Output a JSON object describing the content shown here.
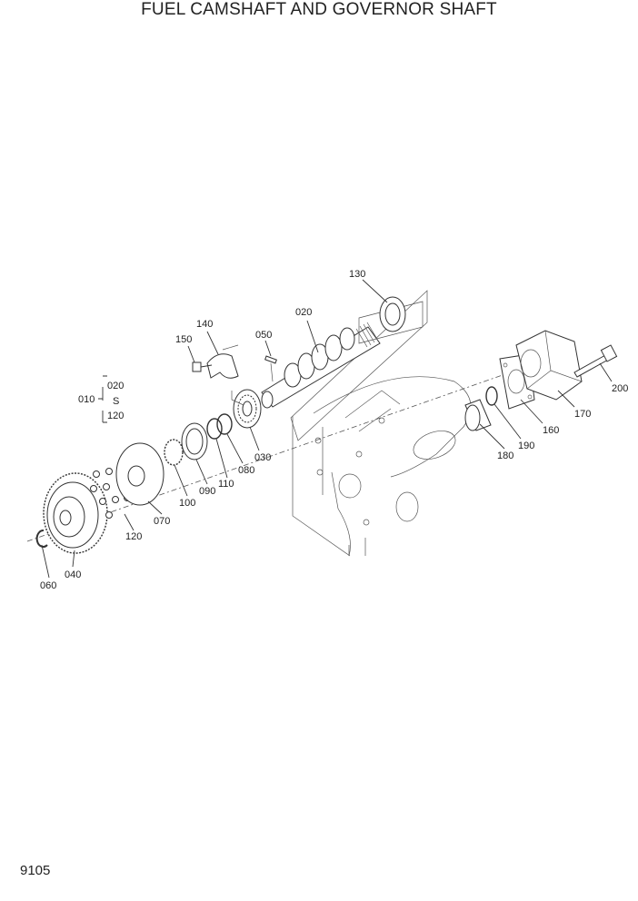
{
  "title": "FUEL CAMSHAFT AND GOVERNOR SHAFT",
  "page_number": "9105",
  "callouts": {
    "c010": "010",
    "c020": "020",
    "c020b": "020",
    "c030": "030",
    "c040": "040",
    "c050": "050",
    "c060": "060",
    "c070": "070",
    "c080": "080",
    "c090": "090",
    "c100": "100",
    "c110": "110",
    "c120": "120",
    "c120b": "120",
    "c130": "130",
    "c140": "140",
    "c150": "150",
    "c160": "160",
    "c170": "170",
    "c180": "180",
    "c190": "190",
    "c200": "200"
  },
  "bracket_tilde": "S"
}
